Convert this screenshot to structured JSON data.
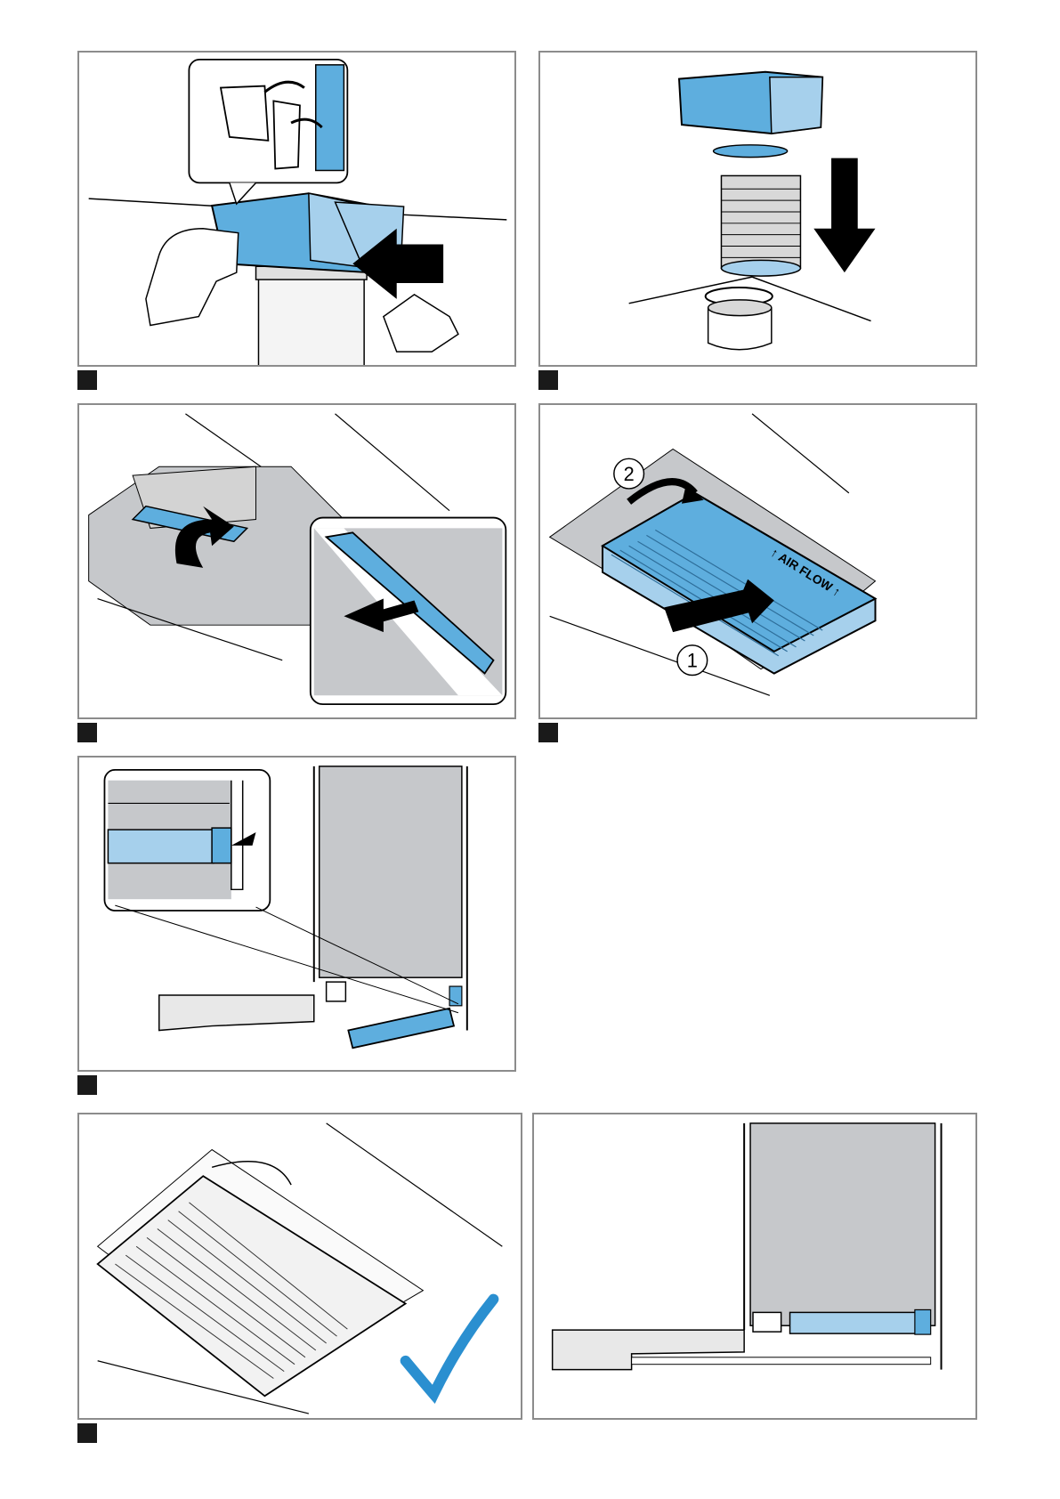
{
  "panel4": {
    "label_1": "1",
    "label_2": "2",
    "filter_text": "↑ AIR FLOW ↑"
  },
  "colors": {
    "blue": "#5eaede",
    "light_blue": "#a6d0ec",
    "gray": "#c6c8cb",
    "frame": "#8c8c8c",
    "check": "#2a8fd0"
  }
}
